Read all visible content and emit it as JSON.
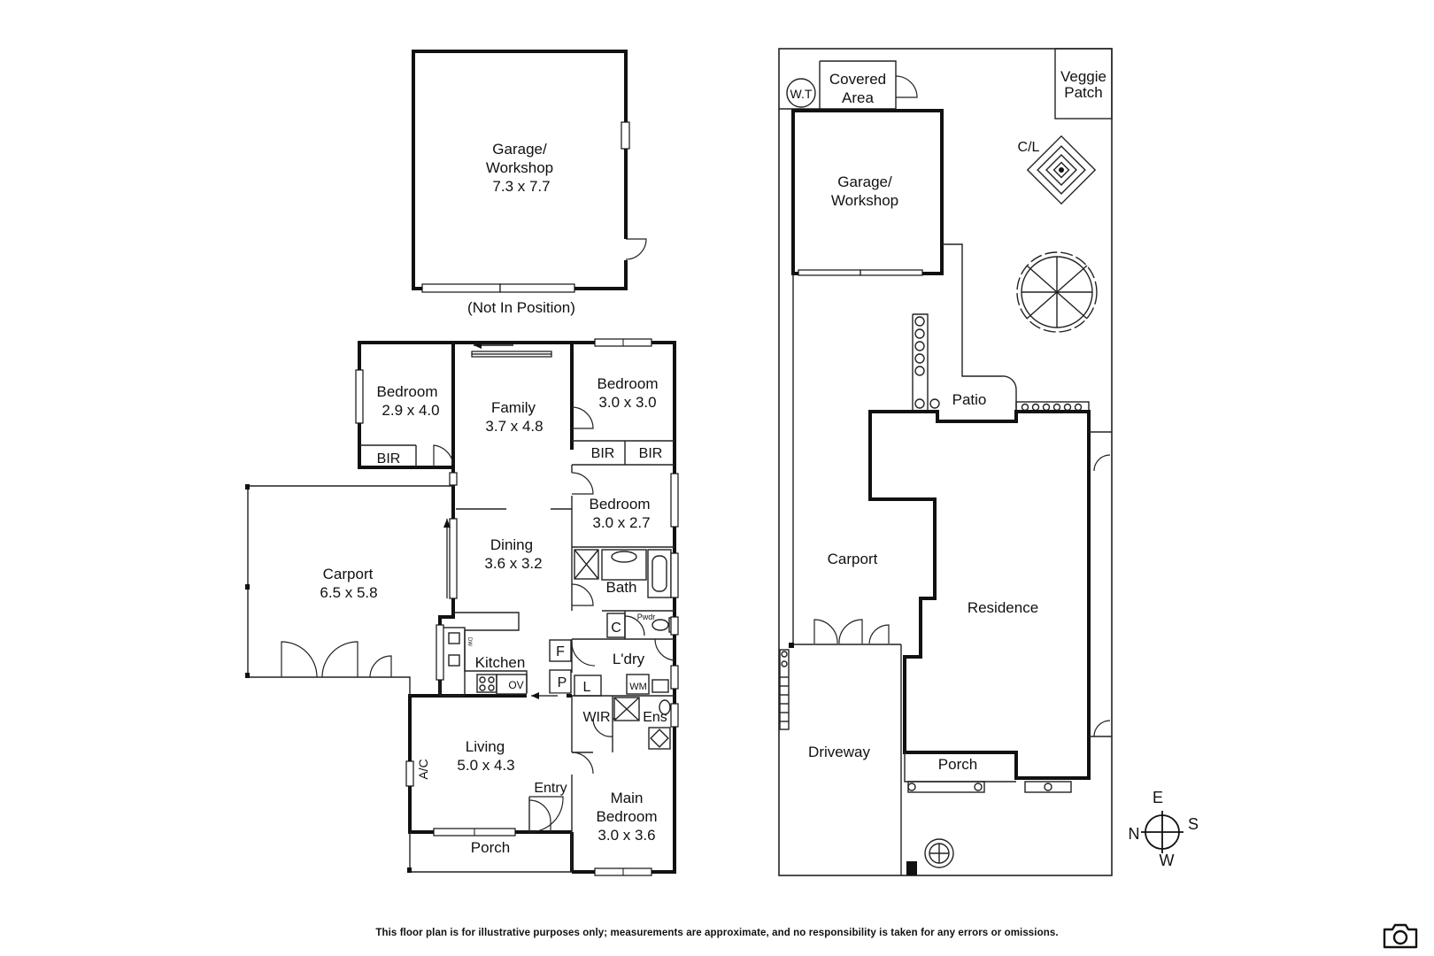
{
  "floor_plan": {
    "garage": {
      "name": "Garage/",
      "name2": "Workshop",
      "size": "7.3 x 7.7",
      "note": "(Not In Position)"
    },
    "bedroom_nw": {
      "name": "Bedroom",
      "size": "2.9 x 4.0",
      "robe": "BIR"
    },
    "family": {
      "name": "Family",
      "size": "3.7 x 4.8"
    },
    "bedroom_ne": {
      "name": "Bedroom",
      "size": "3.0 x 3.0"
    },
    "bir_1": "BIR",
    "bir_2": "BIR",
    "bedroom_mid": {
      "name": "Bedroom",
      "size": "3.0 x 2.7"
    },
    "carport": {
      "name": "Carport",
      "size": "6.5 x 5.8"
    },
    "dining": {
      "name": "Dining",
      "size": "3.6 x 3.2"
    },
    "bath": "Bath",
    "pwdr": "Pwdr",
    "cupboard": "C",
    "fridge": "F",
    "pantry": "P",
    "linen": "L",
    "laundry": "L'dry",
    "wm": "WM",
    "kitchen": "Kitchen",
    "dw": "DW",
    "oven": "OV",
    "wir": "WIR",
    "ensuite": "Ens",
    "living": {
      "name": "Living",
      "size": "5.0 x 4.3"
    },
    "ac": "A/C",
    "entry": "Entry",
    "main_bedroom": {
      "name": "Main",
      "name2": "Bedroom",
      "size": "3.0 x 3.6"
    },
    "porch": "Porch"
  },
  "site_plan": {
    "wt": "W.T",
    "covered_area": {
      "line1": "Covered",
      "line2": "Area"
    },
    "veggie_patch": {
      "line1": "Veggie",
      "line2": "Patch"
    },
    "clothesline": "C/L",
    "garage": {
      "line1": "Garage/",
      "line2": "Workshop"
    },
    "patio": "Patio",
    "carport": "Carport",
    "residence": "Residence",
    "driveway": "Driveway",
    "porch": "Porch"
  },
  "compass": {
    "north": "N",
    "east": "E",
    "south": "S",
    "west": "W"
  },
  "disclaimer": "This floor plan is for illustrative purposes only; measurements are approximate, and no responsibility is taken for any errors or omissions.",
  "icons": {
    "camera": "camera-icon",
    "compass": "compass-icon"
  }
}
